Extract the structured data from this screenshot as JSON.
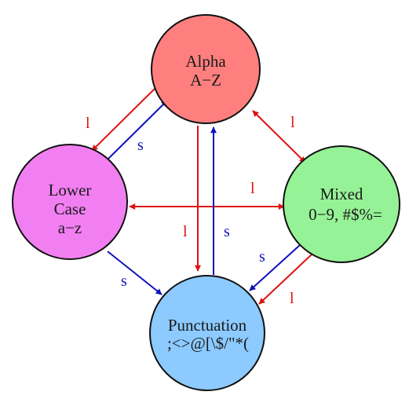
{
  "colors": {
    "latch": "#dd1111",
    "shift": "#1111bb",
    "alpha_fill": "#ff7f7f",
    "lower_fill": "#f27ff2",
    "mixed_fill": "#96f296",
    "punct_fill": "#8ccaff",
    "outline": "#111111"
  },
  "nodes": {
    "alpha": {
      "line1": "Alpha",
      "line2": "A−Z"
    },
    "lower": {
      "line1": "Lower",
      "line2": "Case",
      "line3": "a−z"
    },
    "mixed": {
      "line1": "Mixed",
      "line2": "0−9, #$%="
    },
    "punct": {
      "line1": "Punctuation",
      "line2": ";<>@[\\$/\"*("
    }
  },
  "edges": {
    "alpha_to_lower": "l",
    "lower_to_alpha": "s",
    "alpha_mixed": "l",
    "lower_mixed": "l",
    "alpha_to_punct": "l",
    "punct_to_alpha": "s",
    "lower_to_punct": "s",
    "mixed_to_punct_shift": "s",
    "mixed_to_punct_latch": "l"
  }
}
